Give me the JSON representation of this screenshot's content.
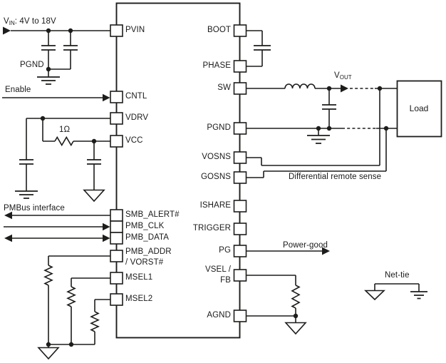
{
  "labels": {
    "vin": {
      "base": "V",
      "sub": "IN",
      "rest": ": 4V to 18V"
    },
    "vout": {
      "base": "V",
      "sub": "OUT"
    },
    "pgnd_input": "PGND",
    "enable": "Enable",
    "resistor_value": "1Ω",
    "pmbus": "PMBus interface",
    "remote_sense": "Differential remote sense",
    "power_good": "Power-good",
    "net_tie": "Net-tie",
    "load": "Load"
  },
  "ic": {
    "left_pins": [
      {
        "name": "PVIN"
      },
      {
        "name": "CNTL"
      },
      {
        "name": "VDRV"
      },
      {
        "name": "VCC"
      },
      {
        "name": "SMB_ALERT#"
      },
      {
        "name": "PMB_CLK"
      },
      {
        "name": "PMB_DATA"
      },
      {
        "name": "PMB_ADDR",
        "name2": "/ VORST#"
      },
      {
        "name": "MSEL1"
      },
      {
        "name": "MSEL2"
      }
    ],
    "right_pins": [
      {
        "name": "BOOT"
      },
      {
        "name": "PHASE"
      },
      {
        "name": "SW"
      },
      {
        "name": "PGND"
      },
      {
        "name": "VOSNS"
      },
      {
        "name": "GOSNS"
      },
      {
        "name": "ISHARE"
      },
      {
        "name": "TRIGGER"
      },
      {
        "name": "PG"
      },
      {
        "name": "VSEL /",
        "name2": "FB"
      },
      {
        "name": "AGND"
      }
    ]
  },
  "colors": {
    "line": "#1d1d1b",
    "background": "#ffffff"
  }
}
